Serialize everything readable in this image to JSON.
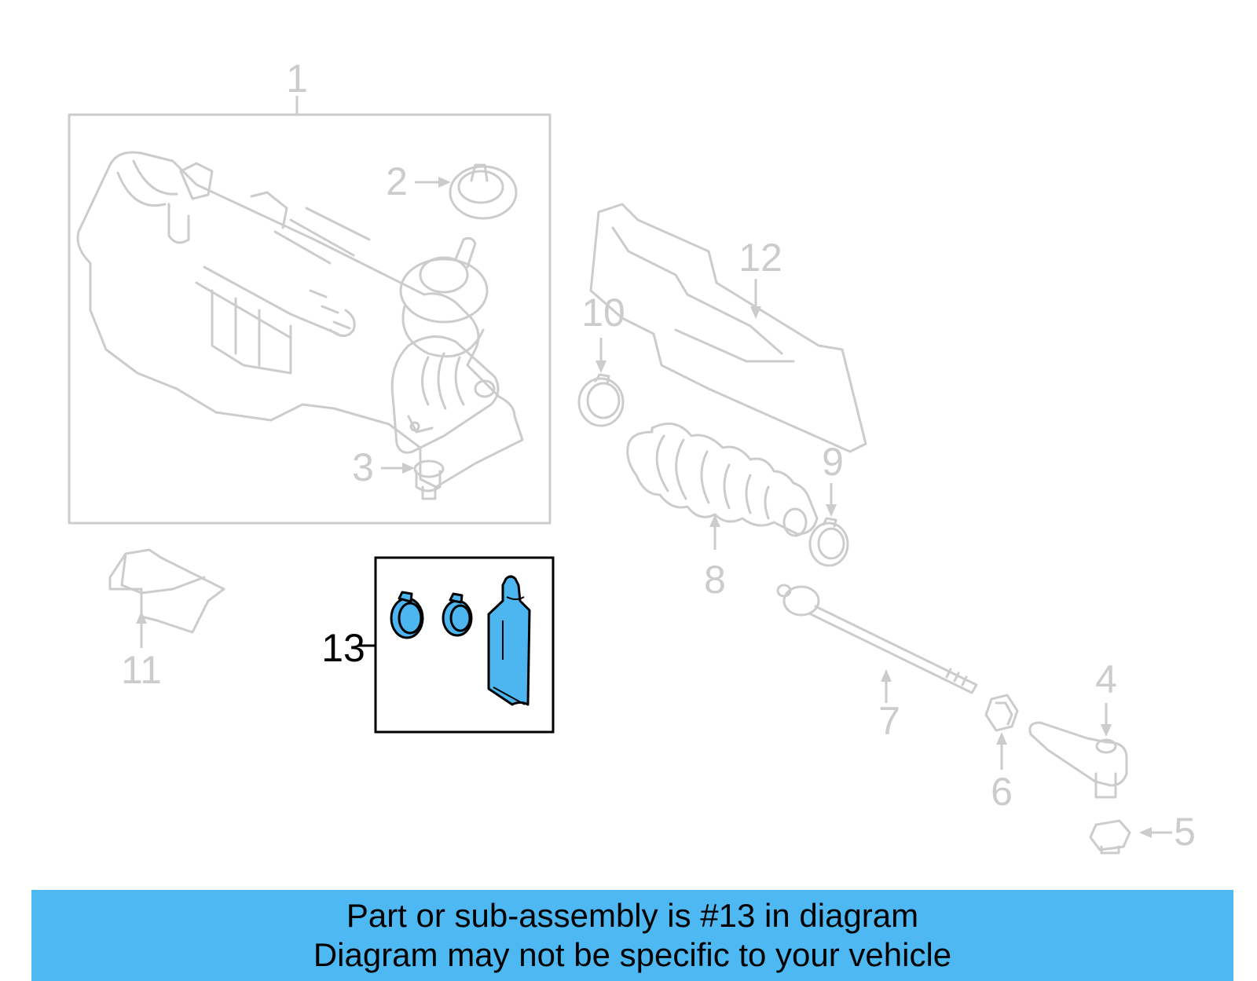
{
  "callouts": {
    "c1": "1",
    "c2": "2",
    "c3": "3",
    "c4": "4",
    "c5": "5",
    "c6": "6",
    "c7": "7",
    "c8": "8",
    "c9": "9",
    "c10": "10",
    "c11": "11",
    "c12": "12",
    "c13": "13"
  },
  "highlighted_part": "13",
  "colors": {
    "highlight": "#4db6f0",
    "banner": "#4db8f2",
    "inactive_line": "#cccccc",
    "active_line": "#000000"
  },
  "banner": {
    "line1": "Part or sub-assembly is #13 in diagram",
    "line2": "Diagram may not be specific to your vehicle"
  }
}
